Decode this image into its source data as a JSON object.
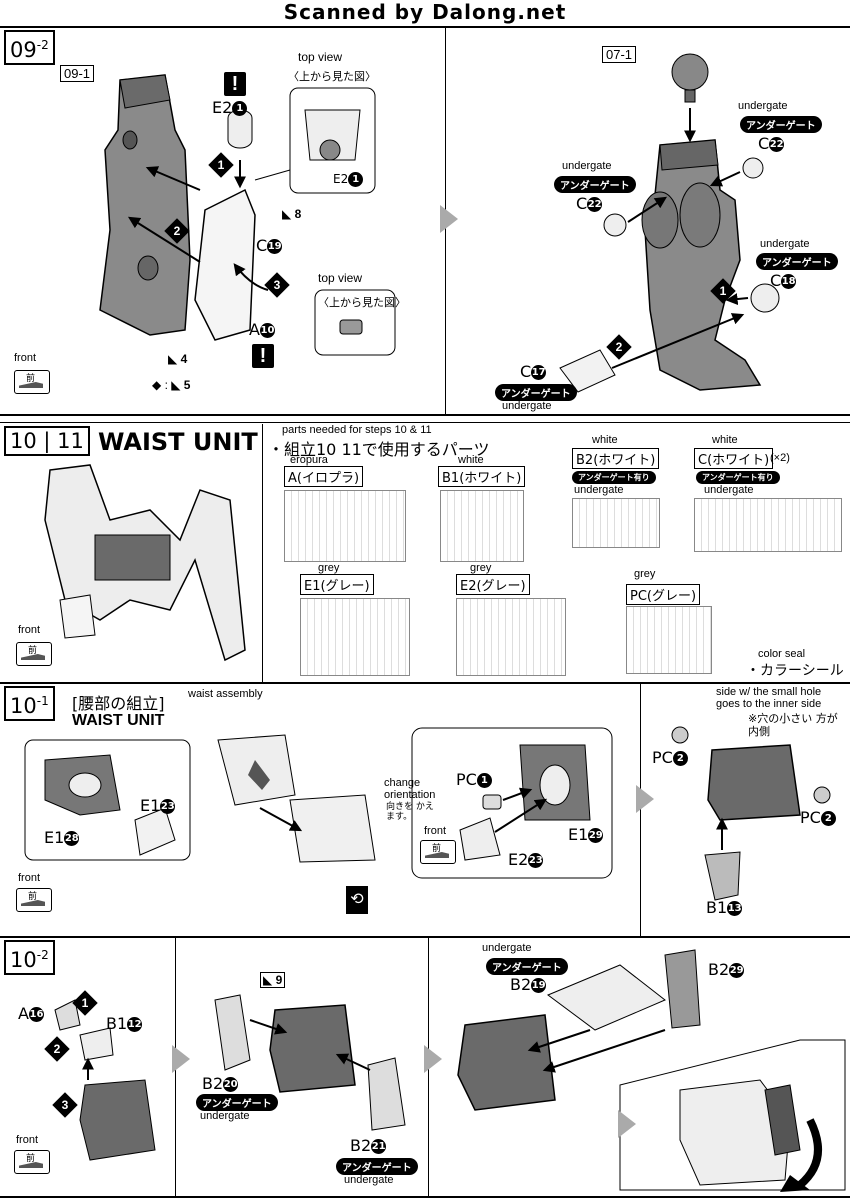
{
  "banner": "Scanned by Dalong.net",
  "step_09_2": {
    "step": "09",
    "sub": "-2",
    "ref_label": "09-1",
    "top_view_1": "top view",
    "top_view_1_jp": "〈上から見た図〉",
    "top_view_2": "top view",
    "top_view_2_jp": "〈上から見た図〉",
    "part_e2": "E2",
    "part_e2_num": "1",
    "part_e2_top": "E2",
    "part_e2_top_num": "1",
    "part_c": "C",
    "part_c_num": "19",
    "part_a": "A",
    "part_a_num": "10",
    "tool_8": "8",
    "tool_4": "4",
    "tool_5": "5",
    "front": "front",
    "front_jp": "前",
    "steps": [
      "1",
      "2",
      "3"
    ]
  },
  "step_09_2b": {
    "ref_label": "07-1",
    "undergate_1": "undergate",
    "undergate_1_jp": "アンダーゲート",
    "c22_right": "C",
    "c22_right_num": "22",
    "undergate_2": "undergate",
    "undergate_2_jp": "アンダーゲート",
    "c22_left": "C",
    "c22_left_num": "22",
    "undergate_3": "undergate",
    "undergate_3_jp": "アンダーゲート",
    "c18": "C",
    "c18_num": "18",
    "c17": "C",
    "c17_num": "17",
    "undergate_4_jp": "アンダーゲート",
    "undergate_4": "undergate",
    "steps": [
      "1",
      "2"
    ]
  },
  "step_10_11": {
    "step_a": "10",
    "step_b": "11",
    "title": "WAIST UNIT",
    "note_en": "parts needed for steps 10 & 11",
    "note_jp": "・組立10 11で使用するパーツ",
    "front": "front",
    "front_jp": "前",
    "runners": [
      {
        "en": "eropura",
        "label": "A(イロプラ)"
      },
      {
        "en": "white",
        "label": "B1(ホワイト)"
      },
      {
        "en": "white",
        "label": "B2(ホワイト)",
        "badge": "アンダーゲート有り",
        "badge_en": "undergate"
      },
      {
        "en": "white",
        "label": "C(ホワイト)",
        "count": "(×2)",
        "badge": "アンダーゲート有り",
        "badge_en": "undergate"
      },
      {
        "en": "grey",
        "label": "E1(グレー)"
      },
      {
        "en": "grey",
        "label": "E2(グレー)"
      },
      {
        "en": "grey",
        "label": "PC(グレー)"
      }
    ],
    "seal_en": "color seal",
    "seal_jp": "・カラーシール"
  },
  "step_10_1": {
    "step": "10",
    "sub": "-1",
    "title_jp": "[腰部の組立]",
    "title_en": "waist assembly",
    "subtitle": "WAIST UNIT",
    "e1_28": "E1",
    "e1_28_num": "28",
    "e1_23": "E1",
    "e1_23_num": "23",
    "change_en": "change orientation",
    "change_jp": "向きを かえます。",
    "pc1": "PC",
    "pc1_num": "1",
    "e1_29": "E1",
    "e1_29_num": "29",
    "e2_23": "E2",
    "e2_23_num": "23",
    "front": "front",
    "front_jp": "前",
    "front2": "front",
    "front2_jp": "前",
    "hole_note_en": "side w/ the small hole goes to the inner side",
    "hole_note_jp": "※穴の小さい 方が内側",
    "pc2_left": "PC",
    "pc2_left_num": "2",
    "pc2_right": "PC",
    "pc2_right_num": "2",
    "b1_13": "B1",
    "b1_13_num": "13"
  },
  "step_10_2": {
    "step": "10",
    "sub": "-2",
    "a16": "A",
    "a16_num": "16",
    "b1_12": "B1",
    "b1_12_num": "12",
    "front": "front",
    "front_jp": "前",
    "tool_9": "9",
    "b2_20": "B2",
    "b2_20_num": "20",
    "undergate_a_jp": "アンダーゲート",
    "undergate_a": "undergate",
    "b2_21": "B2",
    "b2_21_num": "21",
    "undergate_b_jp": "アンダーゲート",
    "undergate_b": "undergate",
    "undergate_c": "undergate",
    "undergate_c_jp": "アンダーゲート",
    "b2_19": "B2",
    "b2_19_num": "19",
    "b2_29": "B2",
    "b2_29_num": "29",
    "steps": [
      "1",
      "2",
      "3"
    ]
  }
}
